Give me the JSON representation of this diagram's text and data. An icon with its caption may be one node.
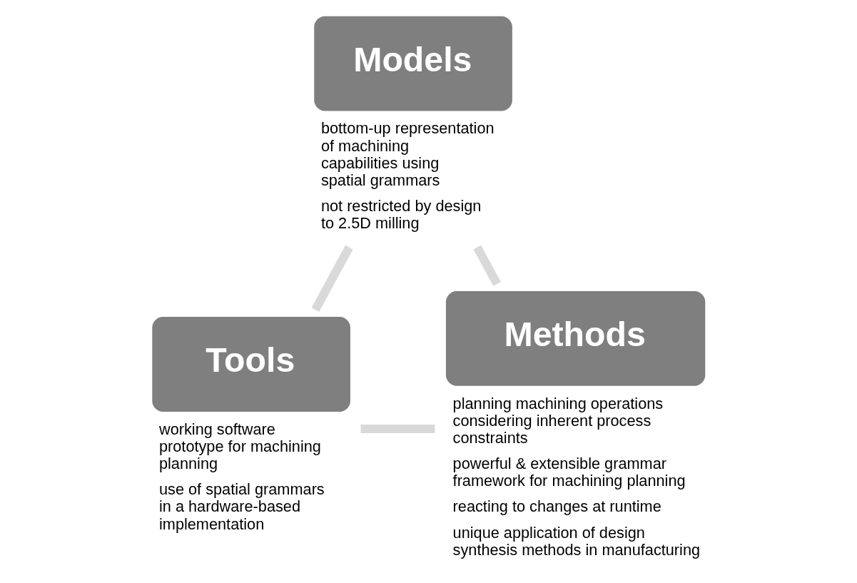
{
  "diagram": {
    "nodes": [
      {
        "text": [
          "Models"
        ],
        "beside": [
          "bottom-up representation of machining capabilities using spatial grammars",
          "not restricted by design to 2.5D milling"
        ]
      },
      {
        "text": [
          "Methods"
        ],
        "beside": [
          "planning machining operations considering inherent process constraints",
          "powerful & extensible grammar framework for machining planning",
          "reacting to changes at runtime",
          "unique application of design synthesis methods in manufacturing"
        ]
      },
      {
        "text": [
          "Tools"
        ],
        "beside": [
          "working software prototype for machining planning",
          "use of spatial grammars in a hardware-based implementation"
        ]
      }
    ],
    "edges": [
      {
        "from": 0,
        "to": 2,
        "arrow": "none"
      },
      {
        "from": 2,
        "to": 1,
        "arrow": "none"
      },
      {
        "from": 1,
        "to": 0,
        "arrow": "none"
      }
    ]
  }
}
